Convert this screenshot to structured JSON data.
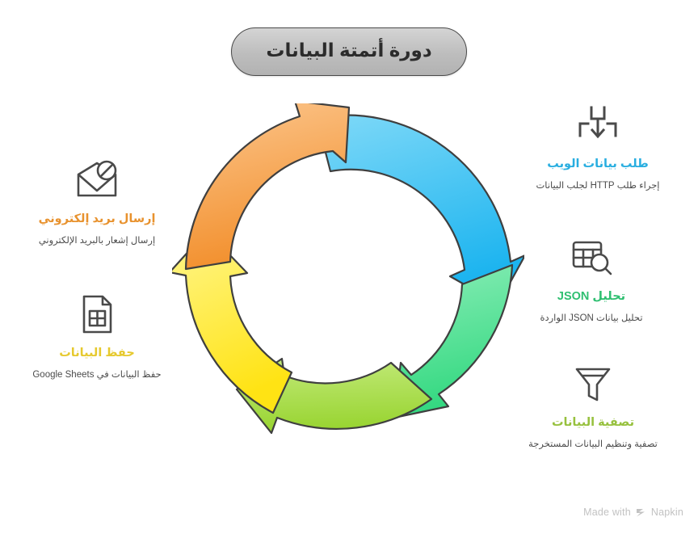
{
  "title": {
    "text": "دورة أتمتة البيانات"
  },
  "colors": {
    "blue": "#29aee0",
    "green": "#2fbf71",
    "lime": "#97c13e",
    "gold": "#e6c92e",
    "orange": "#e8922e",
    "arrow_blue_light": "#7fd9f8",
    "arrow_blue_dark": "#22b6ee",
    "arrow_green_light": "#86ebb3",
    "arrow_green_dark": "#35da85",
    "arrow_lime_light": "#bde86f",
    "arrow_lime_dark": "#9bd534",
    "arrow_gold_light": "#fff37a",
    "arrow_gold_dark": "#ffe31f",
    "arrow_orange_light": "#fbc084",
    "arrow_orange_dark": "#f39233",
    "stroke": "#3f3f3f",
    "title_fill_top": "#d4d4d4",
    "title_fill_bottom": "#b2b2b2",
    "watermark": "#c2c2c2"
  },
  "steps": [
    {
      "id": "web-request",
      "icon": "download-data-icon",
      "title": "طلب بيانات الويب",
      "desc": "إجراء طلب HTTP لجلب البيانات",
      "color": "#29aee0",
      "side": "right"
    },
    {
      "id": "json-parse",
      "icon": "table-search-icon",
      "title": "تحليل JSON",
      "desc": "تحليل بيانات JSON الواردة",
      "color": "#2fbf71",
      "side": "right"
    },
    {
      "id": "data-filter",
      "icon": "funnel-icon",
      "title": "تصفية البيانات",
      "desc": "تصفية وتنظيم البيانات المستخرجة",
      "color": "#97c13e",
      "side": "right"
    },
    {
      "id": "send-email",
      "icon": "email-icon",
      "title": "إرسال بريد إلكتروني",
      "desc": "إرسال إشعار بالبريد الإلكتروني",
      "color": "#e8922e",
      "side": "left"
    },
    {
      "id": "save-data",
      "icon": "spreadsheet-file-icon",
      "title": "حفظ البيانات",
      "desc": "حفظ البيانات في Google Sheets",
      "color": "#e6c92e",
      "side": "left"
    }
  ],
  "cycle": {
    "type": "cycle-diagram",
    "segment_count": 5,
    "segments": [
      {
        "name": "طلب بيانات الويب",
        "color": "#22b6ee",
        "position": "top-right"
      },
      {
        "name": "تحليل JSON",
        "color": "#35da85",
        "position": "right"
      },
      {
        "name": "تصفية البيانات",
        "color": "#9bd534",
        "position": "bottom"
      },
      {
        "name": "حفظ البيانات",
        "color": "#ffe31f",
        "position": "left"
      },
      {
        "name": "إرسال بريد إلكتروني",
        "color": "#f39233",
        "position": "top-left"
      }
    ]
  },
  "watermark": {
    "text_before": "Made with",
    "brand": "Napkin"
  }
}
